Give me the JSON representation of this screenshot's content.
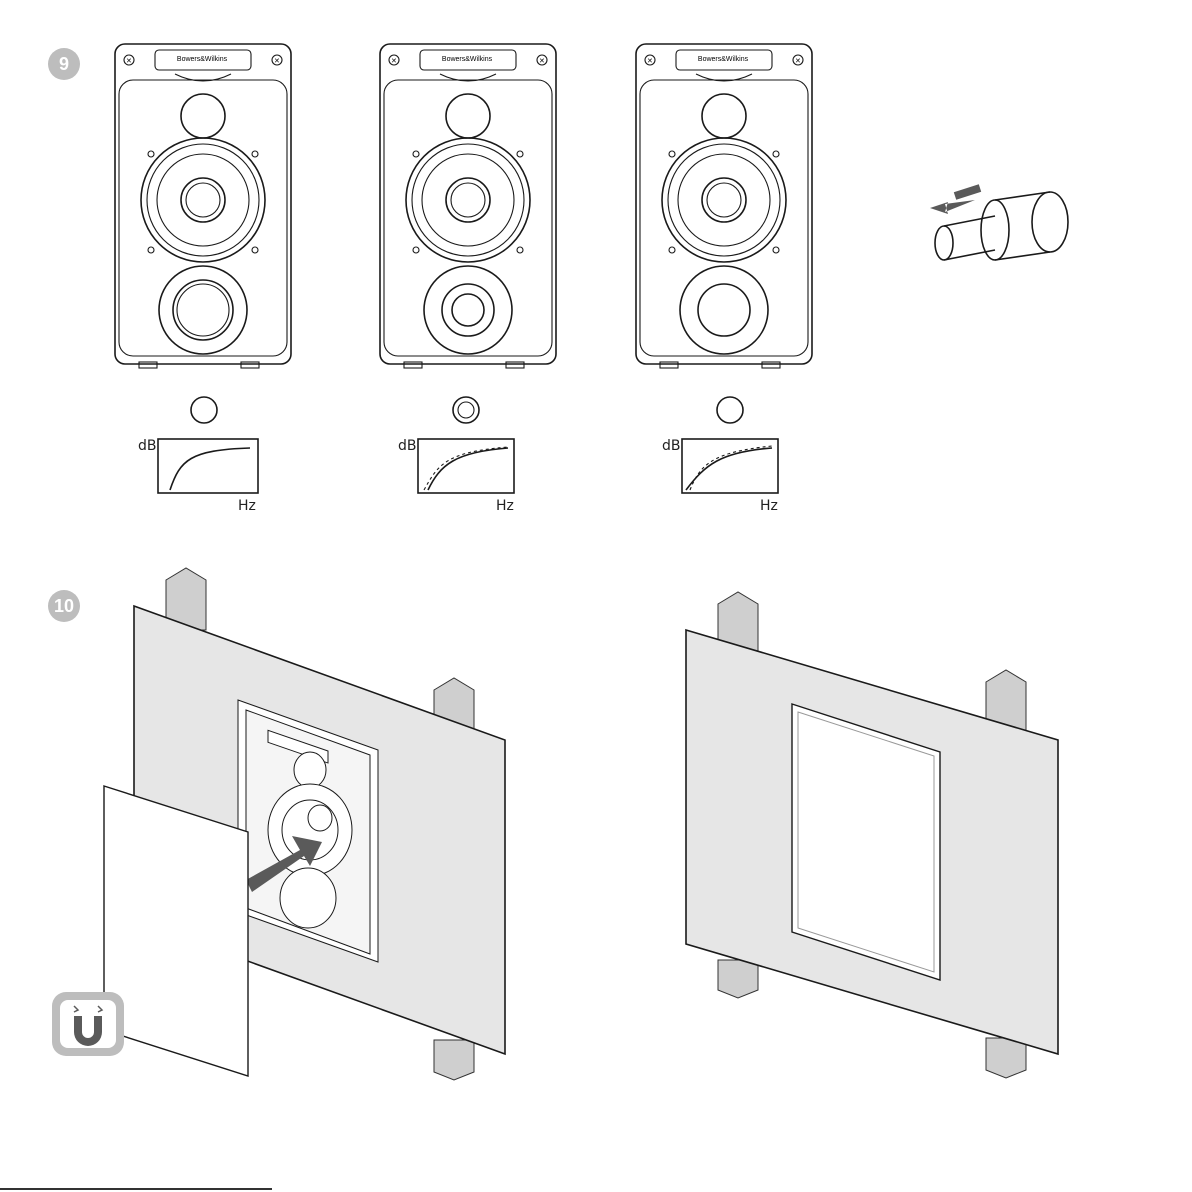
{
  "steps": {
    "step9": {
      "number": "9"
    },
    "step10": {
      "number": "10"
    }
  },
  "brand": "Bowers&Wilkins",
  "response_graphs": {
    "y_label": "dB",
    "x_label": "Hz"
  },
  "colors": {
    "badge": "#bdbdbd",
    "panel": "#e6e6e6",
    "post": "#cfcfcf",
    "arrow": "#5a5a5a",
    "line": "#1a1a1a"
  },
  "icons": {
    "port_open": "ring-icon",
    "port_ring_bung": "ring-foam-icon",
    "port_full_bung": "foam-disc-icon",
    "bung_remove": "foam-bung-arrow-icon",
    "magnet": "magnet-icon"
  }
}
